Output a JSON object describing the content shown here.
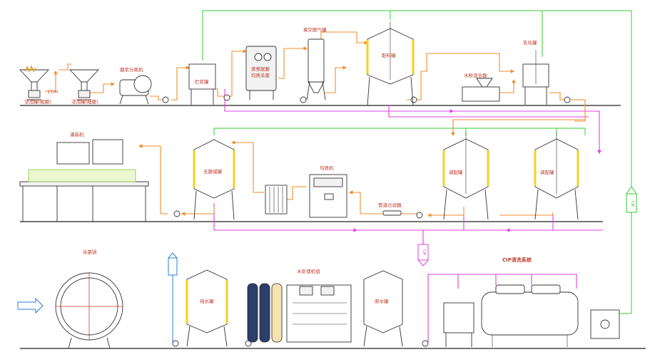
{
  "colors": {
    "product_pipe": "#f28c28",
    "return_pipe": "#e040e0",
    "cip_pipe": "#33cc33",
    "water_pipe": "#2a7fd4",
    "label": "#c0392b",
    "tank_accent": "#f3d21f"
  },
  "labels": {
    "soak_tank": "浸泡罐(粗磨)",
    "soak_tank_2": "浸泡罐(细磨)",
    "grinder": "磨浆分离机",
    "mix_tank": "贮浆罐",
    "deaerator": "真空脱气罐",
    "fryer_label_1": "蒸煮脱腥",
    "fryer_label_2": "均质杀菌",
    "blend_tank": "配料罐",
    "emulsify_tank": "乳化罐",
    "water_powder_mixer": "水粉混合器",
    "filler": "灌装机",
    "sterile_tank": "无菌储罐",
    "homogenizer": "均质机",
    "pipe_filter": "管道过滤器",
    "mixing_tank_1": "调配罐",
    "mixing_tank_2": "调配罐",
    "sterilizer": "杀菌锅",
    "water_treatment": "水处理机组",
    "pure_water_tank": "纯水罐",
    "raw_water_tank": "原水罐",
    "cip_system": "CIP清洗系统",
    "cip_tag_1": "CIP",
    "cip_tag_2": "CIP",
    "feed_rate": "1T/H"
  }
}
